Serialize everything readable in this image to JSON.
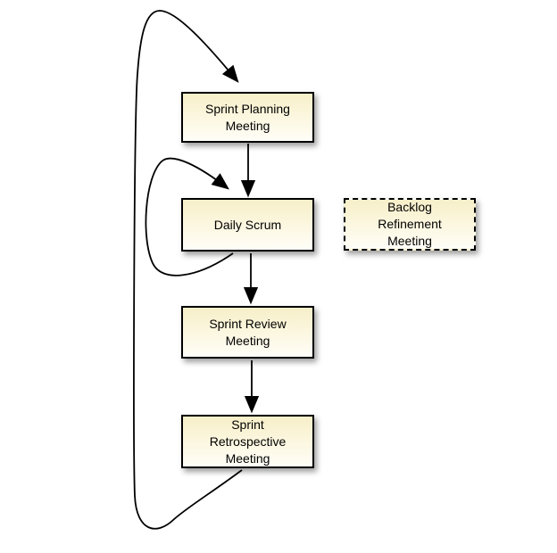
{
  "diagram": {
    "background_color": "#ffffff",
    "edge_color": "#000000",
    "node_border_color": "#000000",
    "node_fill_top": "#f7efc9",
    "node_fill_bottom": "#fffef8",
    "text_color": "#000000",
    "nodes": [
      {
        "id": "sprint-planning-meeting",
        "label": "Sprint Planning\nMeeting",
        "border_style": "solid"
      },
      {
        "id": "daily-scrum",
        "label": "Daily Scrum",
        "border_style": "solid"
      },
      {
        "id": "backlog-refinement-meeting",
        "label": "Backlog\nRefinement\nMeeting",
        "border_style": "dashed"
      },
      {
        "id": "sprint-review-meeting",
        "label": "Sprint Review\nMeeting",
        "border_style": "solid"
      },
      {
        "id": "sprint-retrospective-meeting",
        "label": "Sprint\nRetrospective\nMeeting",
        "border_style": "solid"
      }
    ],
    "edges": [
      {
        "from": "sprint-planning-meeting",
        "to": "daily-scrum",
        "type": "straight"
      },
      {
        "from": "daily-scrum",
        "to": "daily-scrum",
        "type": "self-loop"
      },
      {
        "from": "daily-scrum",
        "to": "sprint-review-meeting",
        "type": "straight"
      },
      {
        "from": "sprint-review-meeting",
        "to": "sprint-retrospective-meeting",
        "type": "straight"
      },
      {
        "from": "sprint-retrospective-meeting",
        "to": "sprint-planning-meeting",
        "type": "loop-back"
      }
    ]
  }
}
